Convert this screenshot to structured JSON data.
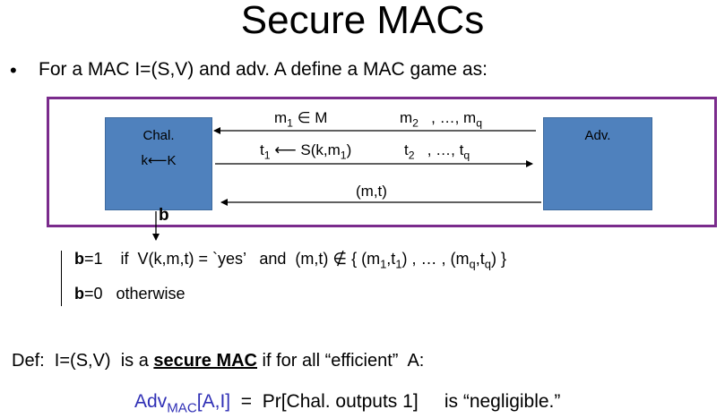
{
  "title": "Secure MACs",
  "bullet": {
    "marker": "•",
    "text": "For a MAC   I=(S,V)  and adv.  A  define a MAC game as:"
  },
  "game": {
    "challenger": {
      "name": "Chal.",
      "key": "k⟵K"
    },
    "adversary": {
      "name": "Adv."
    },
    "query_first": [
      "m",
      "1",
      " ∈ M"
    ],
    "query_rest": [
      "m",
      "2",
      "   , …, m",
      "q"
    ],
    "tag_first": [
      "t",
      "1",
      " ⟵ S(k,m",
      "1",
      ")"
    ],
    "tag_rest": [
      "t",
      "2",
      "   , …, t",
      "q"
    ],
    "forgery": "(m,t)",
    "output_bit": "b"
  },
  "cases": {
    "b1_var": "b",
    "b1_rest": "=1    if  V(k,m,t) = `yes’   and  (m,t) ∉ { (m",
    "b1_s1": "1",
    "b1_mid1": ",t",
    "b1_s2": "1",
    "b1_mid2": ") , … , (m",
    "b1_s3": "q",
    "b1_mid3": ",t",
    "b1_s4": "q",
    "b1_end": ") }",
    "b0_var": "b",
    "b0_rest": "=0   otherwise"
  },
  "definition": {
    "prefix": "Def:  I=(S,V)  is a ",
    "emphasis": "secure MAC",
    "suffix": " if for all “efficient”  A:"
  },
  "advantage": {
    "adv": "Adv",
    "sub": "MAC",
    "args": "[A,I]",
    "rest": "  =  Pr[Chal. outputs 1]     is “negligible.”"
  },
  "colors": {
    "frame": "#7a2b8c",
    "box": "#4f81bd",
    "adv_term": "#2f2fb5"
  }
}
